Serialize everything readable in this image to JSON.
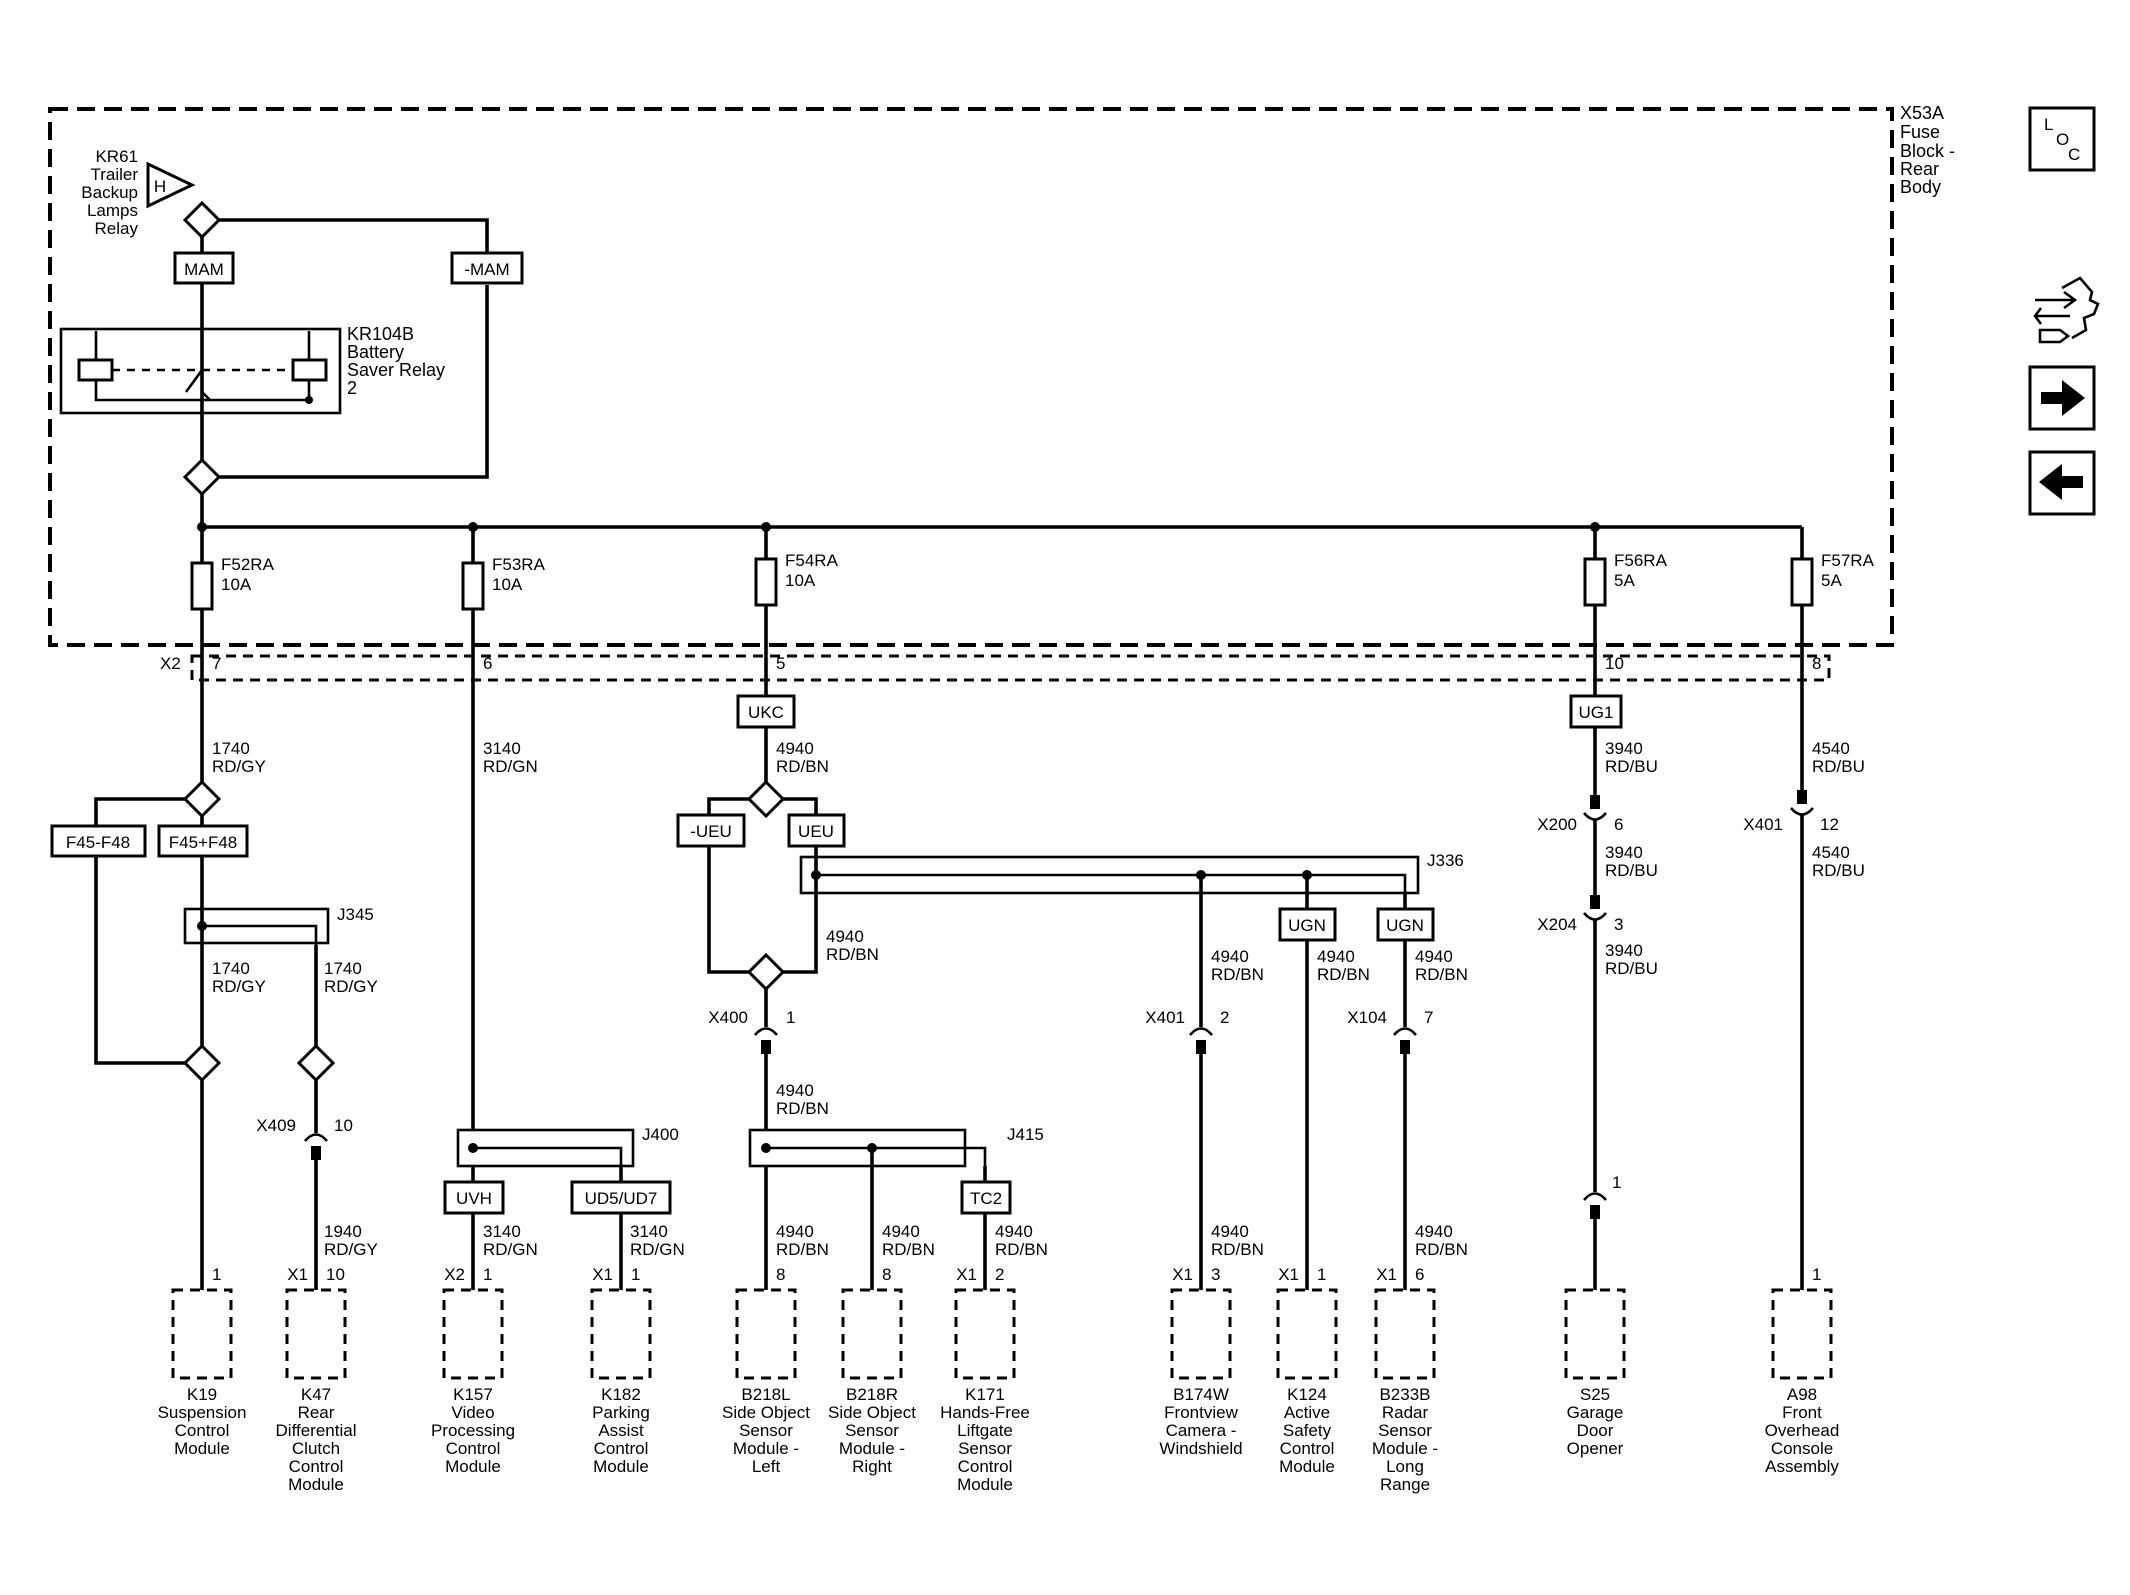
{
  "fuse_block": {
    "label": [
      "X53A",
      "Fuse",
      "Block -",
      "Rear",
      "Body"
    ]
  },
  "relay_kr61": {
    "label": [
      "KR61",
      "Trailer",
      "Backup",
      "Lamps",
      "Relay"
    ],
    "symbol": "H"
  },
  "relay_kr104b": {
    "label": [
      "KR104B",
      "Battery",
      "Saver Relay",
      "2"
    ]
  },
  "options": {
    "mam": "MAM",
    "not_mam": "-MAM",
    "ukc": "UKC",
    "ug1": "UG1",
    "f45_minus": "F45-F48",
    "f45_plus": "F45+F48",
    "not_ueu": "-UEU",
    "ueu": "UEU",
    "ugn_1": "UGN",
    "ugn_2": "UGN",
    "uvh": "UVH",
    "ud5": "UD5/UD7",
    "tc2": "TC2"
  },
  "fuses": [
    {
      "name": "F52RA",
      "rating": "10A"
    },
    {
      "name": "F53RA",
      "rating": "10A"
    },
    {
      "name": "F54RA",
      "rating": "10A"
    },
    {
      "name": "F56RA",
      "rating": "5A"
    },
    {
      "name": "F57RA",
      "rating": "5A"
    }
  ],
  "x2": {
    "connector": "X2",
    "pins": [
      "7",
      "6",
      "5",
      "10",
      "8"
    ]
  },
  "splices": {
    "j345": "J345",
    "j400": "J400",
    "j415": "J415",
    "j336": "J336"
  },
  "wires": {
    "w1740a": [
      "1740",
      "RD/GY"
    ],
    "w1740b": [
      "1740",
      "RD/GY"
    ],
    "w1740c": [
      "1740",
      "RD/GY"
    ],
    "w1940": [
      "1940",
      "RD/GY"
    ],
    "w3140a": [
      "3140",
      "RD/GN"
    ],
    "w3140b": [
      "3140",
      "RD/GN"
    ],
    "w3140c": [
      "3140",
      "RD/GN"
    ],
    "w4940a": [
      "4940",
      "RD/BN"
    ],
    "w4940b": [
      "4940",
      "RD/BN"
    ],
    "w4940c": [
      "4940",
      "RD/BN"
    ],
    "w4940d": [
      "4940",
      "RD/BN"
    ],
    "w4940e": [
      "4940",
      "RD/BN"
    ],
    "w4940f": [
      "4940",
      "RD/BN"
    ],
    "w4940g": [
      "4940",
      "RD/BN"
    ],
    "w4940h": [
      "4940",
      "RD/BN"
    ],
    "w4940i": [
      "4940",
      "RD/BN"
    ],
    "w4940j": [
      "4940",
      "RD/BN"
    ],
    "w4940k": [
      "4940",
      "RD/BN"
    ],
    "w3940a": [
      "3940",
      "RD/BU"
    ],
    "w3940b": [
      "3940",
      "RD/BU"
    ],
    "w3940c": [
      "3940",
      "RD/BU"
    ],
    "w4540a": [
      "4540",
      "RD/BU"
    ],
    "w4540b": [
      "4540",
      "RD/BU"
    ]
  },
  "inline": {
    "x409": {
      "name": "X409",
      "pin": "10"
    },
    "x400": {
      "name": "X400",
      "pin": "1"
    },
    "x401a": {
      "name": "X401",
      "pin": "2"
    },
    "x104": {
      "name": "X104",
      "pin": "7"
    },
    "x200": {
      "name": "X200",
      "pin": "6"
    },
    "x204": {
      "name": "X204",
      "pin": "3"
    },
    "x401b": {
      "name": "X401",
      "pin": "12"
    },
    "s25": {
      "name": "",
      "pin": "1"
    }
  },
  "modules": [
    {
      "conn": "",
      "pin": "1",
      "label": [
        "K19",
        "Suspension",
        "Control",
        "Module"
      ]
    },
    {
      "conn": "X1",
      "pin": "10",
      "label": [
        "K47",
        "Rear",
        "Differential",
        "Clutch",
        "Control",
        "Module"
      ]
    },
    {
      "conn": "X2",
      "pin": "1",
      "label": [
        "K157",
        "Video",
        "Processing",
        "Control",
        "Module"
      ]
    },
    {
      "conn": "X1",
      "pin": "1",
      "label": [
        "K182",
        "Parking",
        "Assist",
        "Control",
        "Module"
      ]
    },
    {
      "conn": "",
      "pin": "8",
      "label": [
        "B218L",
        "Side Object",
        "Sensor",
        "Module -",
        "Left"
      ]
    },
    {
      "conn": "",
      "pin": "8",
      "label": [
        "B218R",
        "Side Object",
        "Sensor",
        "Module -",
        "Right"
      ]
    },
    {
      "conn": "X1",
      "pin": "2",
      "label": [
        "K171",
        "Hands-Free",
        "Liftgate",
        "Sensor",
        "Control",
        "Module"
      ]
    },
    {
      "conn": "X1",
      "pin": "3",
      "label": [
        "B174W",
        "Frontview",
        "Camera -",
        "Windshield"
      ]
    },
    {
      "conn": "X1",
      "pin": "1",
      "label": [
        "K124",
        "Active",
        "Safety",
        "Control",
        "Module"
      ]
    },
    {
      "conn": "X1",
      "pin": "6",
      "label": [
        "B233B",
        "Radar",
        "Sensor",
        "Module -",
        "Long",
        "Range"
      ]
    },
    {
      "conn": "",
      "pin": "",
      "label": [
        "S25",
        "Garage",
        "Door",
        "Opener"
      ]
    },
    {
      "conn": "",
      "pin": "1",
      "label": [
        "A98",
        "Front",
        "Overhead",
        "Console",
        "Assembly"
      ]
    }
  ],
  "nav": {
    "loc_letters": [
      "L",
      "O",
      "C"
    ],
    "icons": [
      "diagnostic-connector-icon",
      "arrow-right-icon",
      "arrow-left-icon"
    ]
  }
}
